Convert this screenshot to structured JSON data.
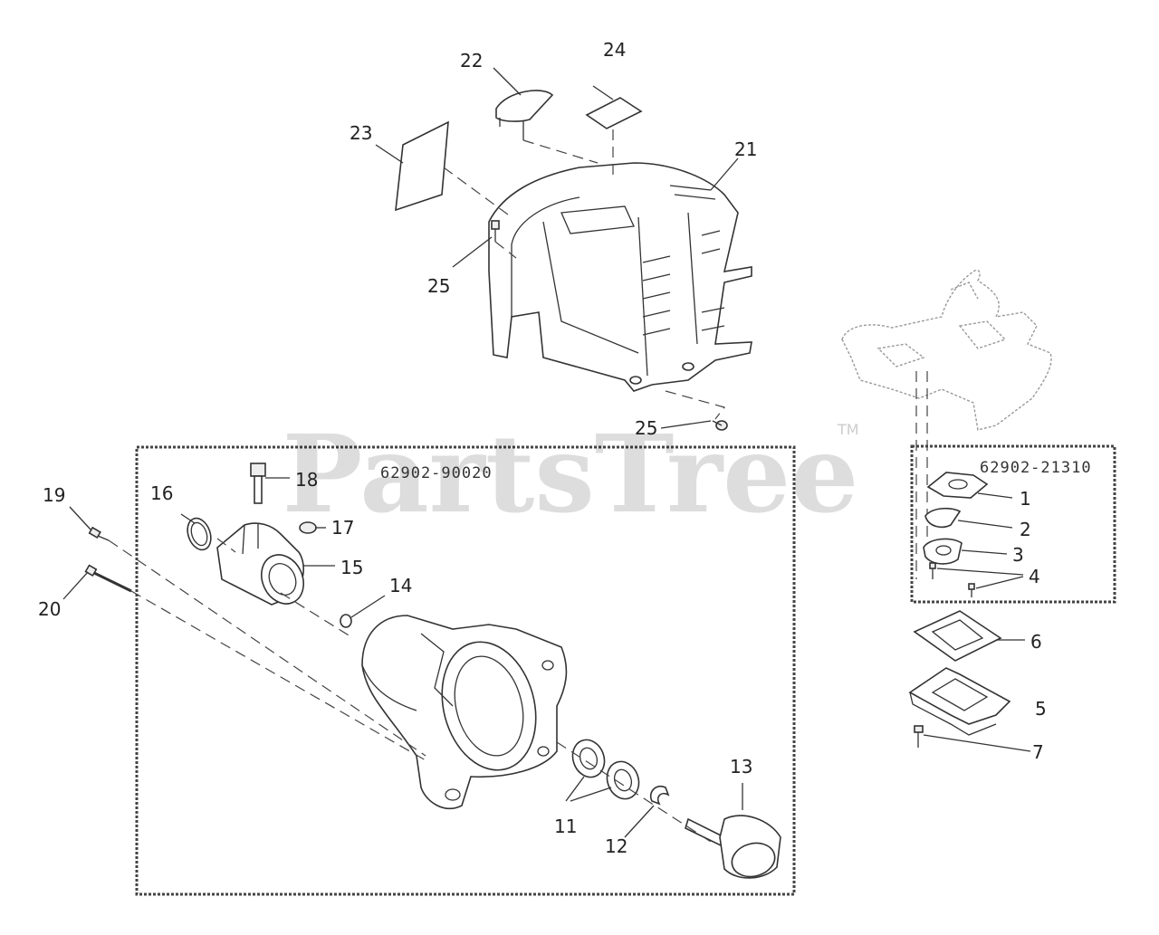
{
  "watermark": {
    "text": "PartsTree",
    "tm": "TM"
  },
  "assemblies": [
    {
      "part_number": "62902-90020"
    },
    {
      "part_number": "62902-21310"
    }
  ],
  "callouts": [
    {
      "n": "1"
    },
    {
      "n": "2"
    },
    {
      "n": "3"
    },
    {
      "n": "4"
    },
    {
      "n": "5"
    },
    {
      "n": "6"
    },
    {
      "n": "7"
    },
    {
      "n": "11"
    },
    {
      "n": "12"
    },
    {
      "n": "13"
    },
    {
      "n": "14"
    },
    {
      "n": "15"
    },
    {
      "n": "16"
    },
    {
      "n": "17"
    },
    {
      "n": "18"
    },
    {
      "n": "19"
    },
    {
      "n": "20"
    },
    {
      "n": "21"
    },
    {
      "n": "22"
    },
    {
      "n": "23"
    },
    {
      "n": "24"
    },
    {
      "n": "25"
    },
    {
      "n": "25"
    }
  ]
}
